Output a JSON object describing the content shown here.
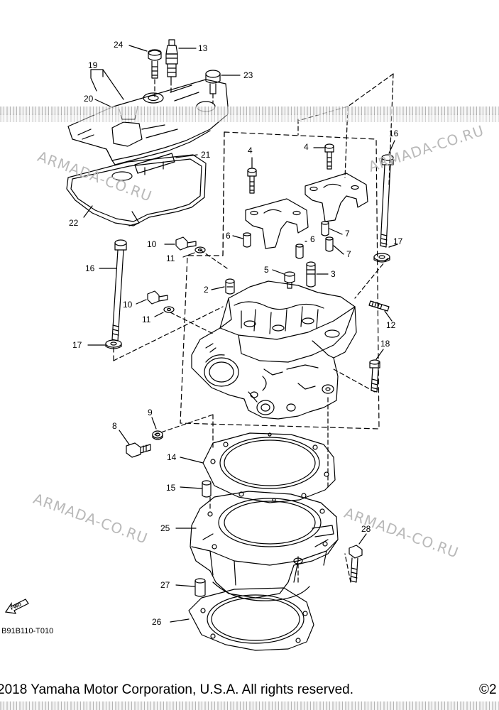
{
  "callouts": [
    {
      "id": "24",
      "label": "24"
    },
    {
      "id": "13",
      "label": "13"
    },
    {
      "id": "19",
      "label": "19"
    },
    {
      "id": "23",
      "label": "23"
    },
    {
      "id": "20",
      "label": "20"
    },
    {
      "id": "16a",
      "label": "16"
    },
    {
      "id": "4a",
      "label": "4"
    },
    {
      "id": "4b",
      "label": "4"
    },
    {
      "id": "21",
      "label": "21"
    },
    {
      "id": "22",
      "label": "22"
    },
    {
      "id": "17a",
      "label": "17"
    },
    {
      "id": "6a",
      "label": "6"
    },
    {
      "id": "6b",
      "label": "6"
    },
    {
      "id": "7a",
      "label": "7"
    },
    {
      "id": "7b",
      "label": "7"
    },
    {
      "id": "10a",
      "label": "10"
    },
    {
      "id": "11a",
      "label": "11"
    },
    {
      "id": "16b",
      "label": "16"
    },
    {
      "id": "5",
      "label": "5"
    },
    {
      "id": "3",
      "label": "3"
    },
    {
      "id": "2",
      "label": "2"
    },
    {
      "id": "10b",
      "label": "10"
    },
    {
      "id": "11b",
      "label": "11"
    },
    {
      "id": "12",
      "label": "12"
    },
    {
      "id": "17b",
      "label": "17"
    },
    {
      "id": "18",
      "label": "18"
    },
    {
      "id": "9",
      "label": "9"
    },
    {
      "id": "8",
      "label": "8"
    },
    {
      "id": "14",
      "label": "14"
    },
    {
      "id": "15",
      "label": "15"
    },
    {
      "id": "25",
      "label": "25"
    },
    {
      "id": "28",
      "label": "28"
    },
    {
      "id": "27",
      "label": "27"
    },
    {
      "id": "26",
      "label": "26"
    }
  ],
  "watermarks": [
    "ARMADA-CO.RU",
    "ARMADA-CO.RU",
    "ARMADA-CO.RU",
    "ARMADA-CO.RU"
  ],
  "fwd_label": "FWD",
  "diagram_code": "B91B110-T010",
  "copyright": "2018 Yamaha Motor Corporation, U.S.A. All rights reserved.",
  "copyright_right": "©2",
  "colors": {
    "ink": "#000000",
    "watermark": "#b9b9b9",
    "background": "#ffffff"
  }
}
